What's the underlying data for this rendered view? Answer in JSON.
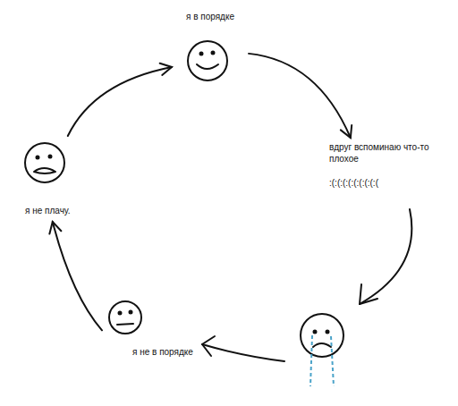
{
  "diagram": {
    "nodes": [
      {
        "text": [
          "я в порядке"
        ]
      },
      {
        "text": [
          "вдруг вспоминаю что-то плохое",
          ":(:(:(:(:(:(:(:(:("
        ]
      },
      {
        "text": [
          "я не в порядке"
        ]
      },
      {
        "text": [
          "я не плачу."
        ]
      }
    ],
    "edges": [
      {
        "from": 0,
        "to": 1,
        "arrow": "to"
      },
      {
        "from": 2,
        "to": 3,
        "arrow": "to"
      },
      {
        "from": 3,
        "to": 0,
        "arrow": "to"
      }
    ]
  }
}
